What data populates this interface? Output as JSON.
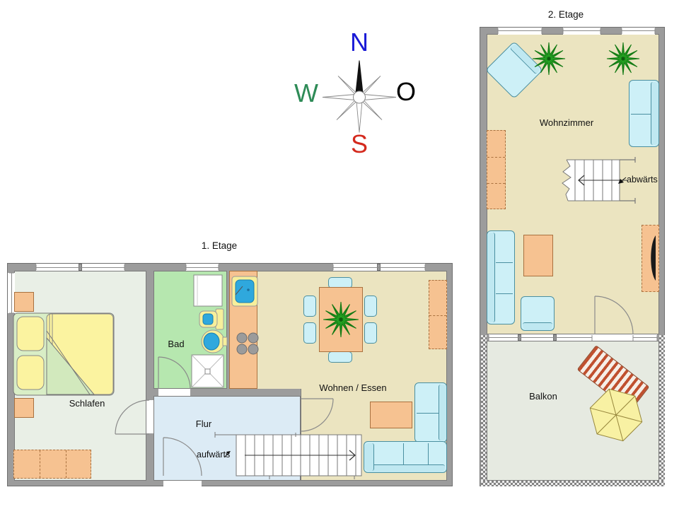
{
  "compass": {
    "n": "N",
    "w": "W",
    "o": "O",
    "s": "S"
  },
  "floor2": {
    "title": "2. Etage",
    "rooms": {
      "wohnzimmer": "Wohnzimmer",
      "balkon": "Balkon"
    },
    "stairs_label": "abwärts"
  },
  "floor1": {
    "title": "1. Etage",
    "rooms": {
      "schlafen": "Schlafen",
      "bad": "Bad",
      "flur": "Flur",
      "wohnen": "Wohnen / Essen"
    },
    "stairs_label": "aufwärts"
  },
  "colors": {
    "wall": "#9c9c9c",
    "floor_living": "#ebe4c0",
    "floor_bedroom": "#e9efe6",
    "floor_bath": "#b6e7af",
    "floor_hall": "#dcebf5",
    "floor_balcony": "#e6eae1",
    "furniture_orange": "#f6c291",
    "furniture_cyan": "#cdf0f7",
    "furniture_yellow": "#fbf3a0",
    "plant_green": "#2fb52a",
    "sink_blue": "#2fa8dd",
    "compass_n": "#1a1ad6",
    "compass_w": "#2e8b57",
    "compass_o": "#000000",
    "compass_s": "#d42a1e"
  }
}
